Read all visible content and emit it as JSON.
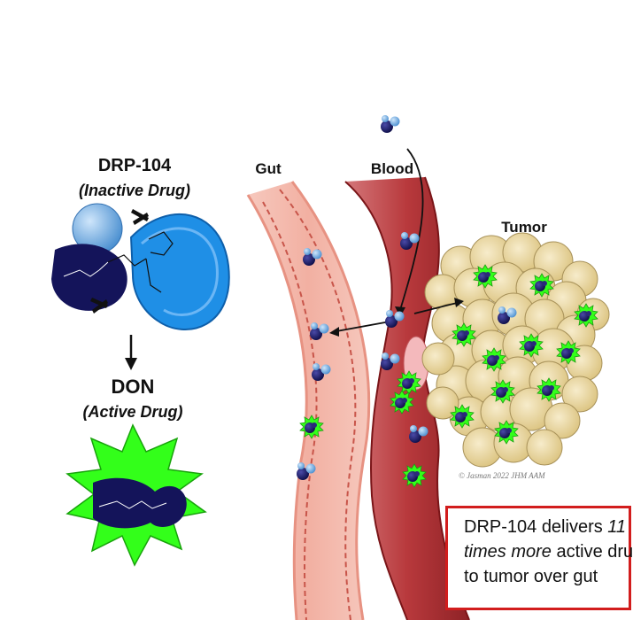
{
  "drug": {
    "prodrug_name": "DRP-104",
    "prodrug_status": "(Inactive Drug)",
    "active_name": "DON",
    "active_status": "(Active Drug)"
  },
  "compartments": {
    "gut": "Gut",
    "blood": "Blood",
    "tumor": "Tumor"
  },
  "callout": {
    "line1_prefix": "DRP-104 delivers ",
    "line1_emph": "11",
    "line2_emph": "times more",
    "line2_suffix": " active dru",
    "line3": "to tumor over gut"
  },
  "credit": "© Jasman 2022 JHM AAM",
  "colors": {
    "drug_navy": "#14145a",
    "protect_blue": "#1f8fe6",
    "active_green": "#33ff1a",
    "vessel_red": "#b8393c",
    "gut_pink": "#f2b3a6",
    "tumor_cell": "#ddc88a",
    "callout_border": "#d21d1d"
  }
}
